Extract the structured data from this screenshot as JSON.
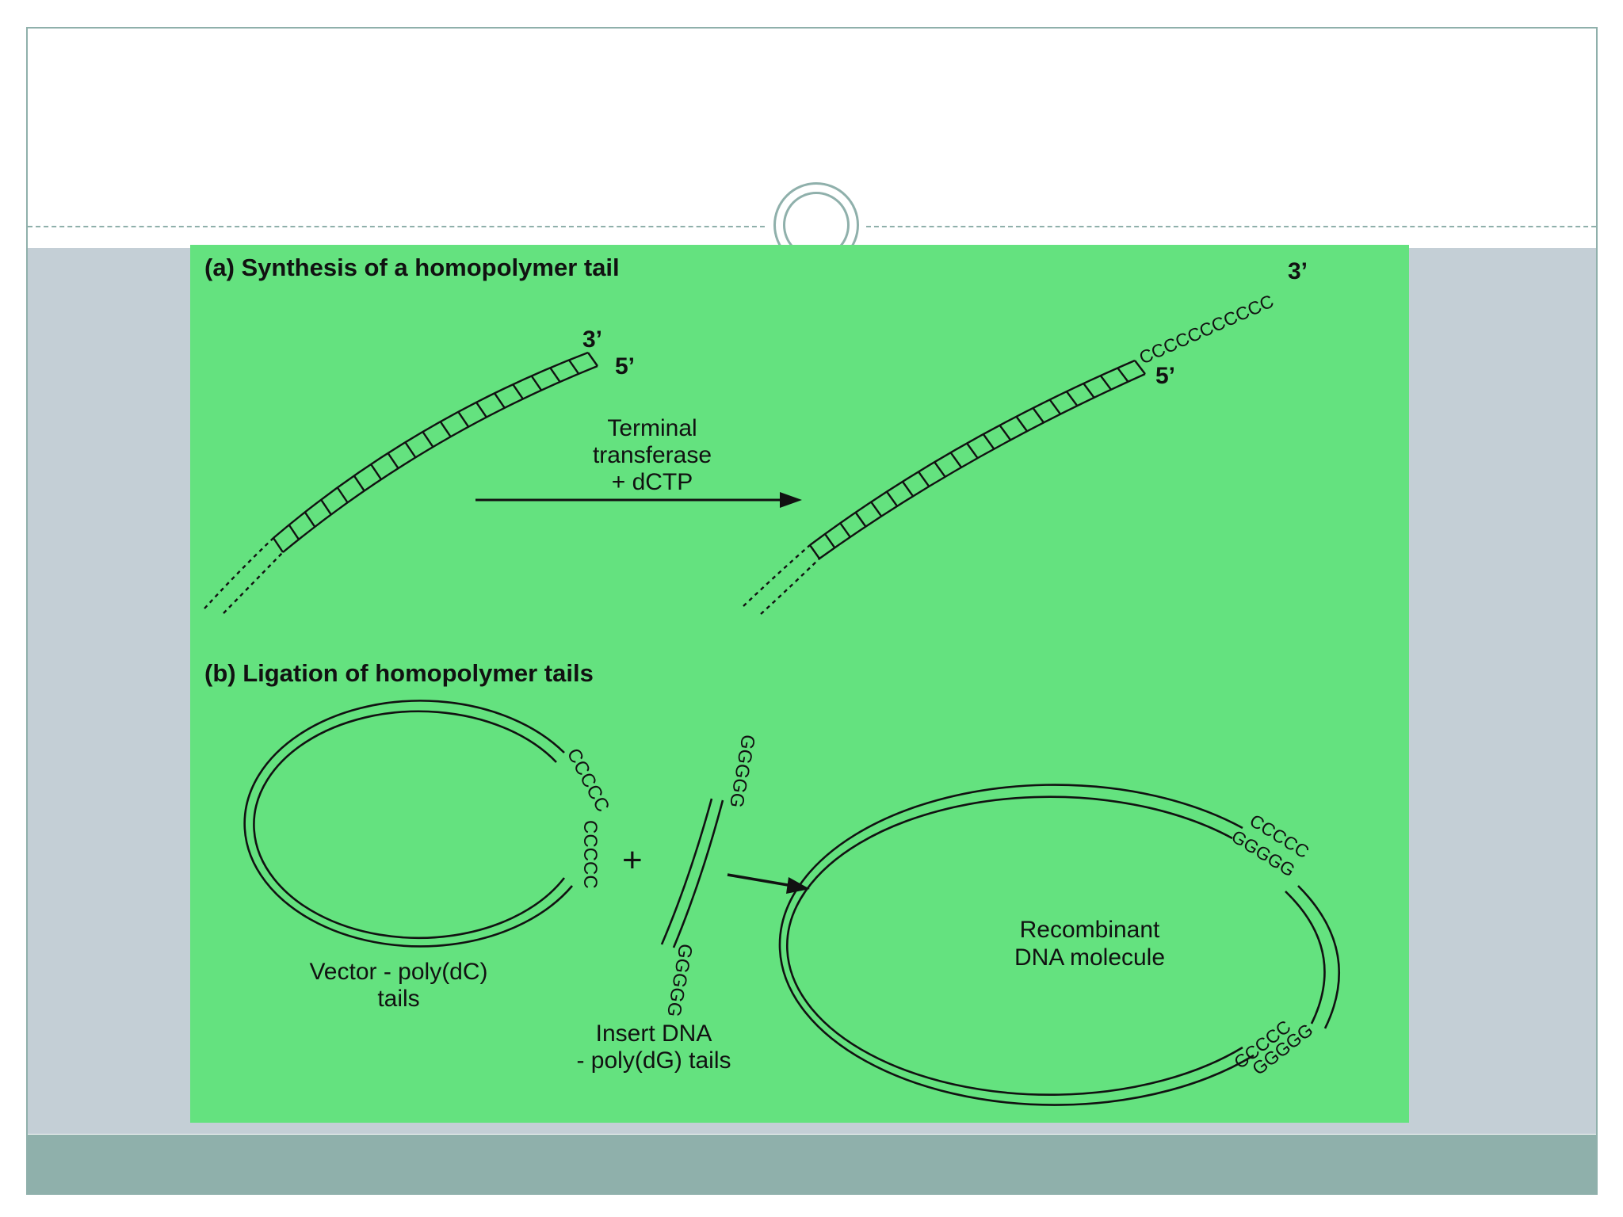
{
  "figure": {
    "panel_a": {
      "heading": "(a) Synthesis of a homopolymer tail",
      "strand_label_3": "3’",
      "strand_label_5": "5’",
      "enzyme_line1": "Terminal",
      "enzyme_line2": "transferase",
      "enzyme_line3": "+ dCTP",
      "tail_sequence": "CCCCCCCCCCC",
      "product_label_3": "3’",
      "product_label_5": "5’"
    },
    "panel_b": {
      "heading": "(b) Ligation of homopolymer tails",
      "vector_tail_top": "CCCCC",
      "vector_tail_bottom": "CCCCC",
      "plus_sign": "+",
      "insert_tail_top": "GGGGG",
      "insert_tail_bottom": "GGGGG",
      "vector_caption_line1": "Vector - poly(dC)",
      "vector_caption_line2": "tails",
      "insert_caption_line1": "Insert DNA",
      "insert_caption_line2": "- poly(dG) tails",
      "product_line1": "Recombinant",
      "product_line2": "DNA molecule",
      "junction_top_c": "CCCCC",
      "junction_top_g": "GGGGG",
      "junction_bottom_c": "CCCCC",
      "junction_bottom_g": "GGGGG"
    }
  },
  "colors": {
    "figure_background": "#64e27f",
    "content_band": "#c4cfd6",
    "footer_band": "#8fb0ab",
    "ink": "#111111"
  }
}
